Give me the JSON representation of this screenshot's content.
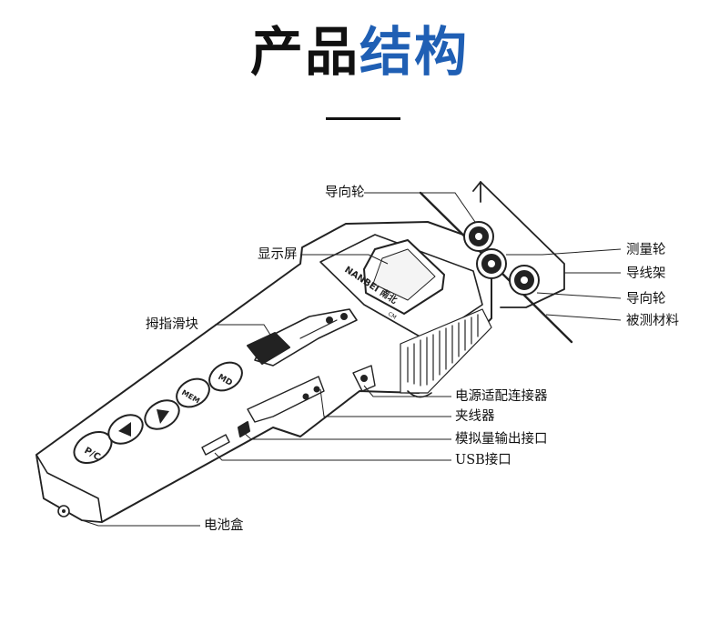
{
  "title": {
    "part1": "产品",
    "part2": "结构"
  },
  "brand": {
    "logo": "NANBEI 南北",
    "small": "CM"
  },
  "buttons": {
    "pc": "P/C",
    "mem": "MEM",
    "md": "MD"
  },
  "labels": {
    "guide_wheel_top": "导向轮",
    "display": "显示屏",
    "thumb_slider": "拇指滑块",
    "measure_wheel": "测量轮",
    "wire_frame": "导线架",
    "guide_wheel_bottom": "导向轮",
    "material": "被测材料",
    "power_connector": "电源适配连接器",
    "clamp": "夹线器",
    "analog_output": "模拟量输出接口",
    "usb_port": "USB接口",
    "battery": "电池盒"
  },
  "colors": {
    "title_dark": "#111111",
    "title_blue": "#1f5fb4",
    "line": "#222222"
  }
}
